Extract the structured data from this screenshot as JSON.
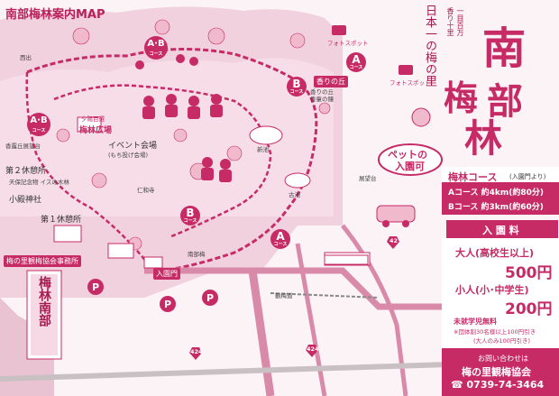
{
  "map": {
    "title": "南部梅林案内MAP",
    "tagline_right": "日本一の梅の里",
    "tagline_small_1": "一目百万",
    "tagline_small_2": "香り十里",
    "logo_chars": [
      "南",
      "部",
      "梅",
      "林"
    ],
    "pet_badge_line1": "ペットの",
    "pet_badge_line2": "入園可",
    "labels": {
      "nishide": "西出",
      "yuhi_label": "夕陽百選",
      "plum_forest": "梅林広場",
      "kaori_hill": "香りの丘",
      "kaori_bell": "香童の鐘",
      "event_venue": "イベント会場",
      "mochi_area": "(もち投げ会場)",
      "kaoriokamihara": "香露丘展望台",
      "rest2": "第２休憩所",
      "memorial": "天保記念物\nイスの木林",
      "kokuten_shrine": "小殿神社",
      "rest1": "第１休憩所",
      "ninnaji": "仁和寺",
      "shinsen": "新池",
      "furuike": "古池",
      "observatory_ctr": "展望台",
      "entrance": "入園門",
      "nanbu_moto": "南部梅",
      "office_label": "梅の里観梅協会事務所",
      "photo_spot_1": "フォトスポット",
      "photo_spot_2": "フォトスポット",
      "kanbai_road": "観梅道"
    },
    "course_markers": [
      {
        "top": "A·B",
        "bottom": "コース",
        "type": "wide"
      },
      {
        "top": "A",
        "bottom": "コース",
        "type": "single"
      },
      {
        "top": "B",
        "bottom": "コース",
        "type": "single"
      },
      {
        "top": "A·B",
        "bottom": "コース",
        "type": "wide"
      },
      {
        "top": "B",
        "bottom": "コース",
        "type": "single"
      },
      {
        "top": "A",
        "bottom": "コース",
        "type": "single"
      }
    ],
    "route_numbers": [
      "424",
      "424",
      "42"
    ],
    "sign_vertical": "梅林南部",
    "sign_vertical_top": "梅林"
  },
  "course_info": {
    "header": "梅林コース",
    "header_note": "(入園門より)",
    "course_a": "Aコース 約4km(約80分)",
    "course_b": "Bコース 約3km(約60分)"
  },
  "fees": {
    "header": "入 園 料",
    "adult_label": "大人(高校生以上)",
    "adult_price": "500円",
    "child_label": "小人(小･中学生)",
    "child_price": "200円",
    "preschool": "未就学児無料",
    "group_note_1": "※団体割30名様以上100円引き",
    "group_note_2": "(大人のみ100円引き)"
  },
  "contact": {
    "label": "お問い合わせは",
    "org": "梅の里観梅協会",
    "phone": "0739-74-3464"
  },
  "colors": {
    "accent": "#c72b66",
    "light": "#f6d9e4",
    "road": "#d98aa8"
  }
}
